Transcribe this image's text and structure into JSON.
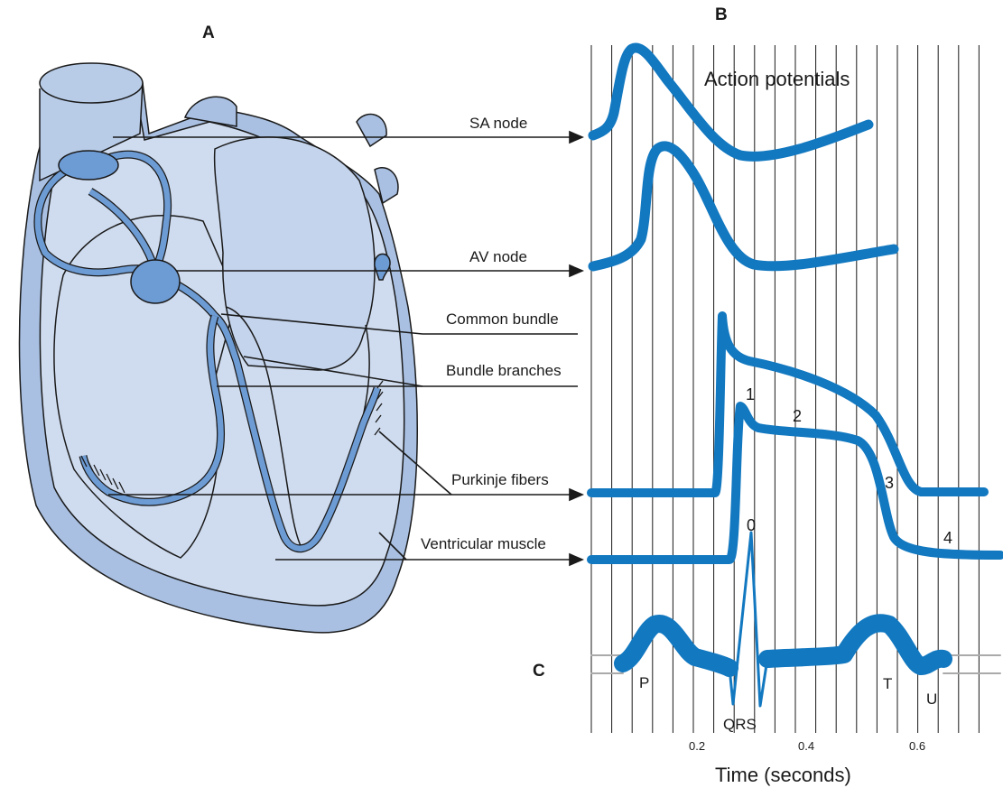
{
  "panels": {
    "a": "A",
    "b": "B",
    "c": "C"
  },
  "labels": {
    "sa_node": "SA node",
    "av_node": "AV node",
    "common_bundle": "Common bundle",
    "bundle_branches": "Bundle branches",
    "purkinje_fibers": "Purkinje fibers",
    "ventricular_muscle": "Ventricular muscle"
  },
  "action_potentials_title": "Action potentials",
  "phases": {
    "p0": "0",
    "p1": "1",
    "p2": "2",
    "p3": "3",
    "p4": "4"
  },
  "ecg_waves": {
    "p": "P",
    "qrs": "QRS",
    "t": "T",
    "u": "U"
  },
  "time_ticks": [
    "0.2",
    "0.4",
    "0.6"
  ],
  "time_axis_label": "Time (seconds)",
  "colors": {
    "heart_fill": "#cfdcef",
    "heart_wall": "#a9c0e2",
    "conduction": "#6d9bd4",
    "trace": "#1278c0",
    "outline": "#1a1a1a"
  }
}
